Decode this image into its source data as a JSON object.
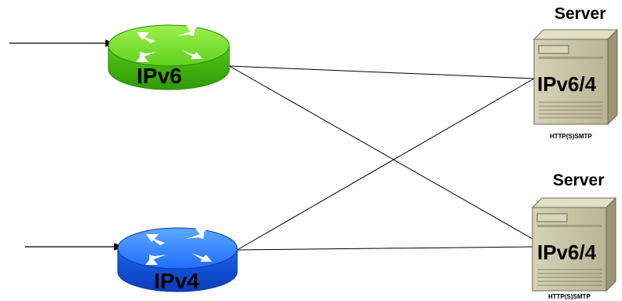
{
  "routers": [
    {
      "id": "ipv6-router",
      "label": "IPv6",
      "color": "#66dd22",
      "color_dark": "#3fb00e"
    },
    {
      "id": "ipv4-router",
      "label": "IPv4",
      "color": "#2277ff",
      "color_dark": "#0a4fd0"
    }
  ],
  "servers": [
    {
      "id": "server-top",
      "title": "Server",
      "label": "IPv6/4",
      "protocols": "HTTP(S)SMTP"
    },
    {
      "id": "server-bottom",
      "title": "Server",
      "label": "IPv6/4",
      "protocols": "HTTP(S)SMTP"
    }
  ],
  "colors": {
    "server_body": "#c6c2a4",
    "server_dark": "#8d886a",
    "router_arrows": "#ffffff",
    "links": "#000000"
  },
  "icons": {
    "router": "router-icon",
    "server": "server-tower-icon",
    "incoming_arrow": "arrow-right-icon"
  }
}
